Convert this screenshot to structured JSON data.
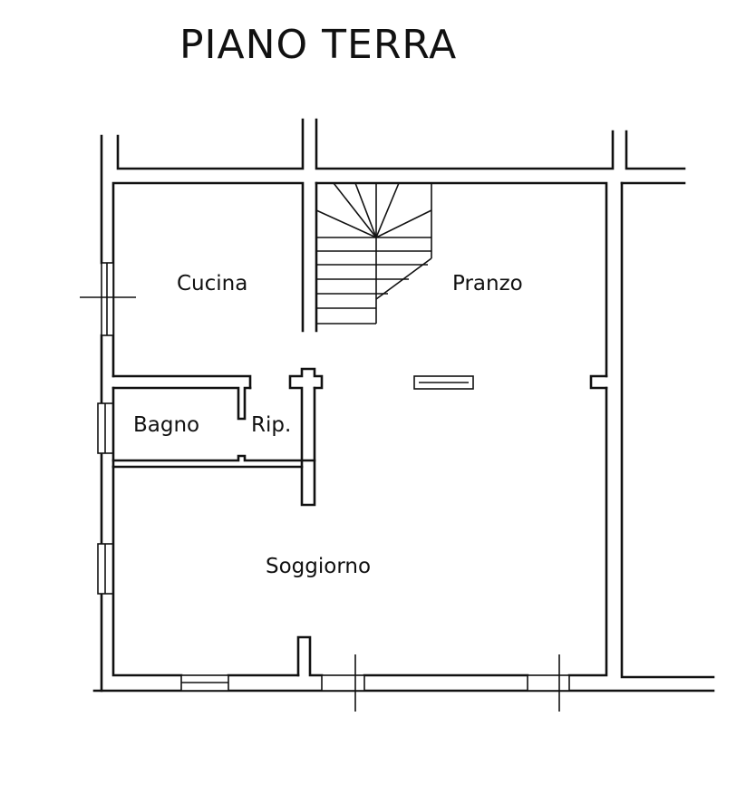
{
  "plan": {
    "title": "PIANO TERRA",
    "rooms": {
      "cucina": "Cucina",
      "pranzo": "Pranzo",
      "bagno": "Bagno",
      "ripostiglio": "Rip.",
      "soggiorno": "Soggiorno"
    }
  }
}
